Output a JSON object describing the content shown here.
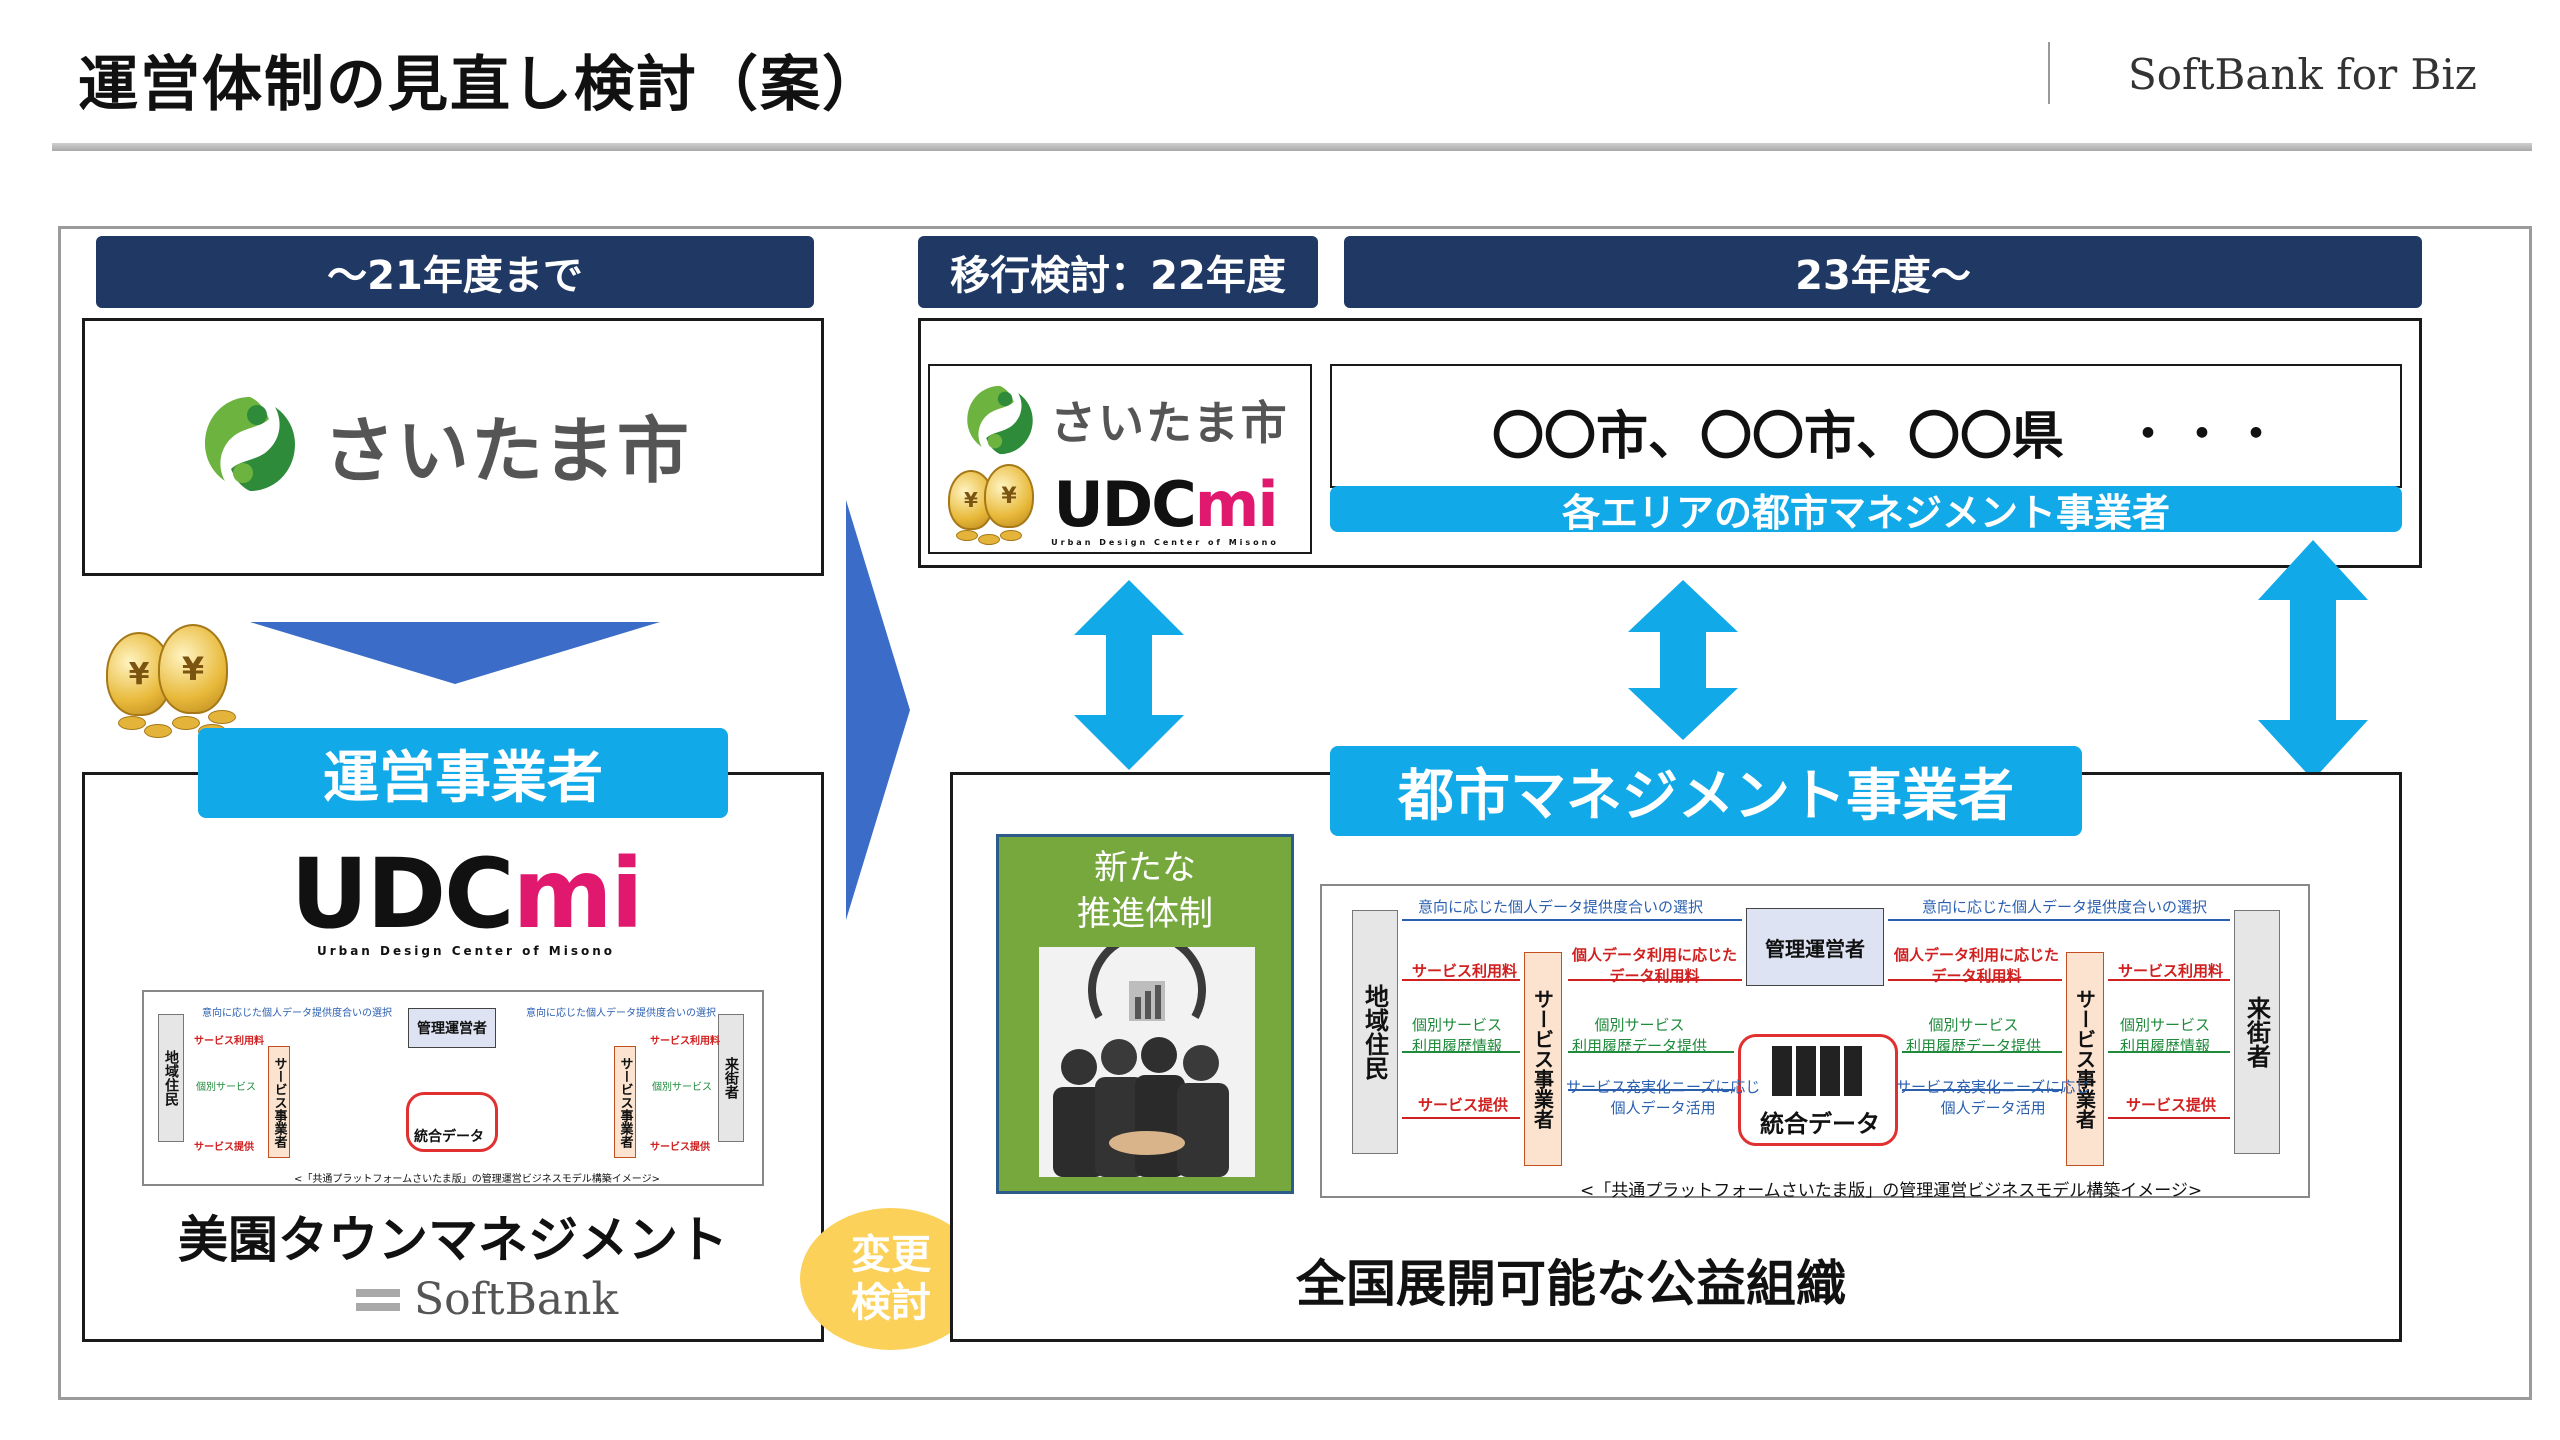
{
  "header": {
    "title": "運営体制の見直し検討（案）",
    "brand": "SoftBank for Biz"
  },
  "periods": {
    "until_fy21": "～21年度まで",
    "transition_fy22": "移行検討：22年度",
    "from_fy23": "23年度～"
  },
  "left_panel": {
    "saitama_logo_text": "さいたま市",
    "operator_label": "運営事業者",
    "udc_logo": {
      "main_left": "UDC",
      "main_right": "mi",
      "sub": "Urban Design Center of Misono"
    },
    "company_name": "美園タウンマネジメント",
    "softbank_logo_text": "SoftBank"
  },
  "right_panel": {
    "saitama_logo_text": "さいたま市",
    "udc_logo": {
      "main_left": "UDC",
      "main_right": "mi",
      "sub": "Urban Design Center of Misono"
    },
    "cities_text": "〇〇市、〇〇市、〇〇県",
    "ellipsis": "・・・",
    "area_operators_label": "各エリアの都市マネジメント事業者",
    "city_mgmt_label": "都市マネジメント事業者",
    "promo_title_line1": "新たな",
    "promo_title_line2": "推進体制",
    "public_org": "全国展開可能な公益組織"
  },
  "change_badge": {
    "line1": "変更",
    "line2": "検討"
  },
  "diagram": {
    "residents": "地域住民",
    "visitors": "来街者",
    "service_provider": "サービス事業者",
    "manager": "管理運営者",
    "integrated_data": "統合データ",
    "consent_selection": "意向に応じた個人データ提供度合いの選択",
    "service_fee": "サービス利用料",
    "data_fee_line1": "個人データ利用に応じた",
    "data_fee_line2": "データ利用料",
    "individual_service_line1": "個別サービス",
    "individual_service_line2": "利用履歴情報",
    "history_provision_line1": "個別サービス",
    "history_provision_line2": "利用履歴データ提供",
    "needs_line1": "サービス充実化ニーズに応じ",
    "needs_line2": "個人データ活用",
    "service_provision": "サービス提供",
    "caption": "<「共通プラットフォームさいたま版」の管理運営ビジネスモデル構築イメージ>"
  },
  "colors": {
    "navy": "#1f3864",
    "cyan": "#12a9e8",
    "magenta": "#e0196f",
    "green_panel": "#76a83e",
    "badge_yellow": "#fbd15a"
  }
}
